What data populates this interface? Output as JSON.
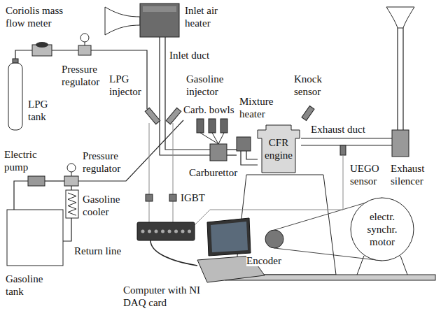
{
  "diagram": {
    "nodes": [
      {
        "text": [
          "CFR engine"
        ]
      },
      {
        "text": [
          "electr. synchr. motor"
        ]
      }
    ],
    "labels": [
      "Inlet air heater",
      "Coriolis mass flow meter",
      "Inlet duct",
      "LPG injector",
      "Gasoline injector",
      "Carb. bowls",
      "Pressure regulator",
      "Mixture heater",
      "Knock sensor",
      "LPG tank",
      "Exhaust duct",
      "Exhaust silencer",
      "Carburettor",
      "UEGO sensor",
      "Electric pump",
      "Pressure regulator",
      "IGBT",
      "Gasoline cooler",
      "Encoder",
      "Gasoline tank",
      "Return line",
      "Computer with NI DAQ card"
    ]
  }
}
